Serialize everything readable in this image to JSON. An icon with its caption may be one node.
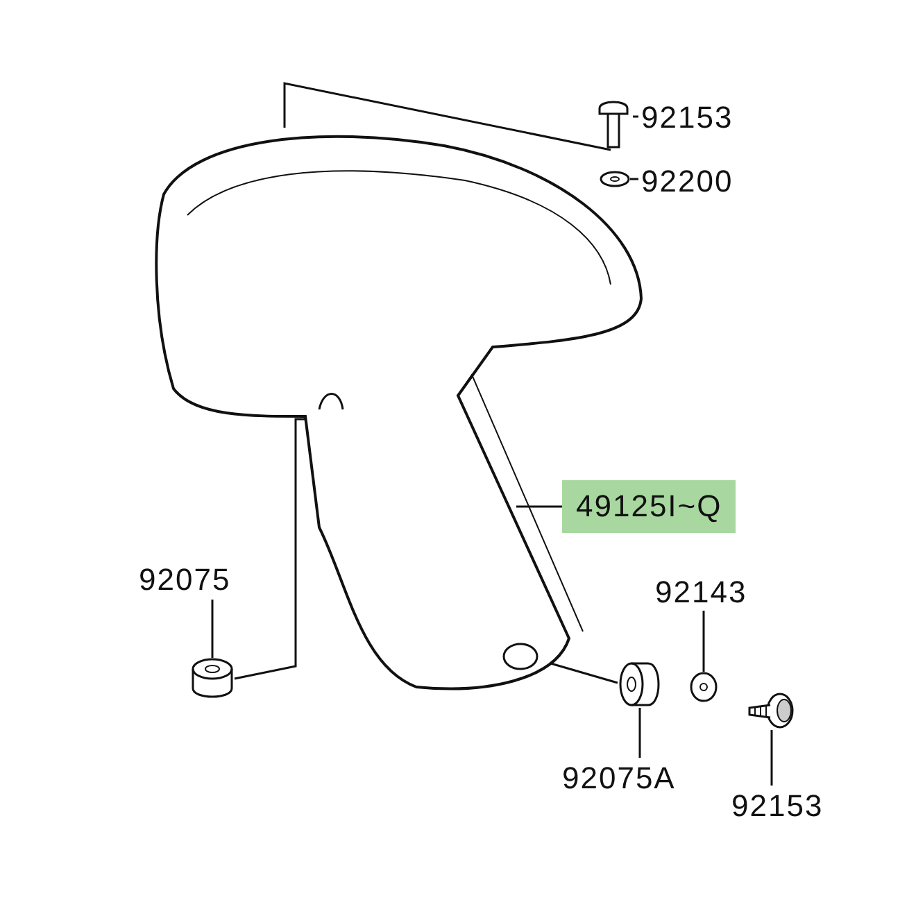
{
  "diagram": {
    "nodes": [
      {
        "text": [
          "92153"
        ]
      },
      {
        "text": [
          "92200"
        ]
      },
      {
        "text": [
          "49125I~Q"
        ]
      },
      {
        "text": [
          "92075"
        ]
      },
      {
        "text": [
          "92143"
        ]
      },
      {
        "text": [
          "92075A"
        ]
      },
      {
        "text": [
          "92153"
        ]
      },
      {
        "text": [],
        "shape": "picture"
      },
      {
        "text": [],
        "shape": "picture"
      },
      {
        "text": [],
        "shape": "picture"
      },
      {
        "text": [],
        "shape": "picture"
      },
      {
        "text": [],
        "shape": "picture"
      },
      {
        "text": [],
        "shape": "picture"
      },
      {
        "text": [],
        "shape": "picture"
      }
    ],
    "edges": [
      {
        "from": 0,
        "to": 7,
        "arrow": "none"
      },
      {
        "from": 1,
        "to": 8,
        "arrow": "none"
      },
      {
        "from": 2,
        "to": 9,
        "arrow": "none"
      },
      {
        "from": 3,
        "to": 10,
        "arrow": "none"
      },
      {
        "from": 4,
        "to": 12,
        "arrow": "none"
      },
      {
        "from": 5,
        "to": 11,
        "arrow": "none"
      },
      {
        "from": 6,
        "to": 13,
        "arrow": "none"
      },
      {
        "from": 7,
        "to": 9,
        "arrow": "none"
      },
      {
        "from": 9,
        "to": 10,
        "arrow": "none"
      },
      {
        "from": 9,
        "to": 11,
        "arrow": "none"
      }
    ]
  }
}
